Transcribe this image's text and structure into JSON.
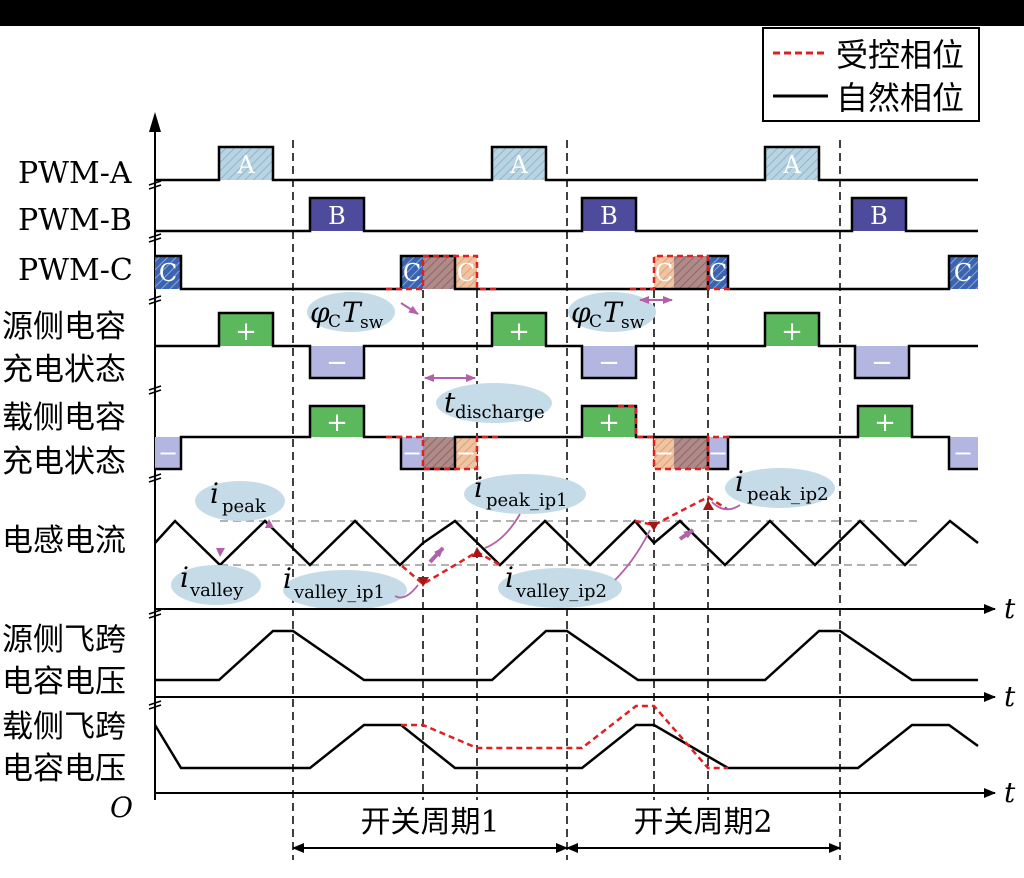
{
  "legend": {
    "controlled": "受控相位",
    "natural": "自然相位"
  },
  "rows": {
    "pwm_a": "PWM-A",
    "pwm_b": "PWM-B",
    "pwm_c": "PWM-C",
    "src_cap_1": "源侧电容",
    "src_cap_2": "充电状态",
    "load_cap_1": "载侧电容",
    "load_cap_2": "充电状态",
    "inductor": "电感电流",
    "src_fly_1": "源侧飞跨",
    "src_fly_2": "电容电压",
    "load_fly_1": "载侧飞跨",
    "load_fly_2": "电容电压",
    "origin": "O"
  },
  "pulses": {
    "a": "A",
    "b": "B",
    "c": "C",
    "plus": "+",
    "minus": "−"
  },
  "annotations": {
    "phi_c": "φ",
    "phi_sub": "C",
    "t_sym": "T",
    "t_sub": "sw",
    "t_dis": "t",
    "t_dis_sub": "discharge",
    "i": "i",
    "peak": "peak",
    "valley": "valley",
    "peak_ip1": "peak_ip1",
    "valley_ip1": "valley_ip1",
    "peak_ip2": "peak_ip2",
    "valley_ip2": "valley_ip2",
    "t_axis": "t"
  },
  "periods": {
    "p1": "开关周期1",
    "p2": "开关周期2"
  },
  "colors": {
    "controlled": "#e02020",
    "pwm_a": "#b8d4e3",
    "pwm_b": "#4e4a9c",
    "pwm_c": "#3a64b0",
    "plus": "#5cb85c",
    "minus": "#b3b6e0",
    "bubble": "#c5dbe8",
    "arrow": "#b460a8"
  }
}
